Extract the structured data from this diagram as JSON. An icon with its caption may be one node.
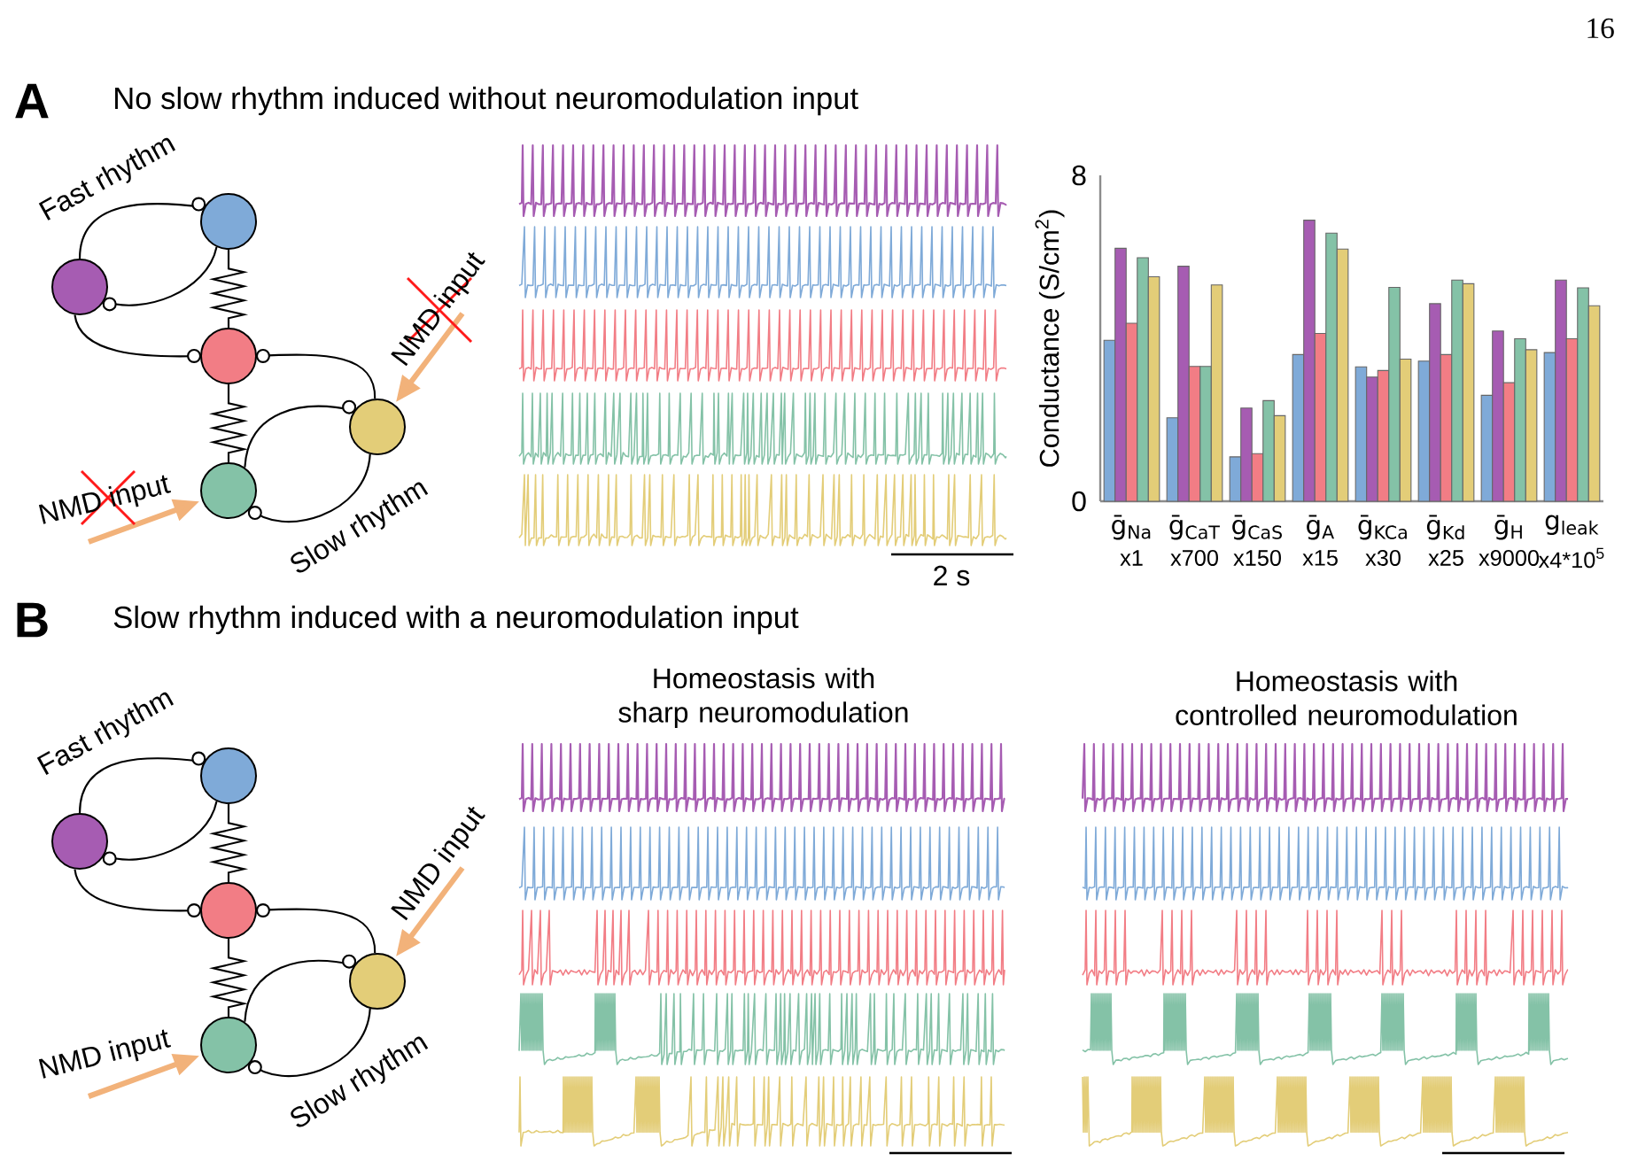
{
  "diagram": {
    "nodes": [
      {
        "text": [],
        "shape": "circle"
      },
      {
        "text": [],
        "shape": "circle"
      },
      {
        "text": [],
        "shape": "circle"
      },
      {
        "text": [],
        "shape": "circle"
      },
      {
        "text": [],
        "shape": "circle"
      },
      {
        "text": [],
        "shape": "circle"
      },
      {
        "text": [],
        "shape": "circle"
      },
      {
        "text": [],
        "shape": "circle"
      },
      {
        "text": [],
        "shape": "circle"
      },
      {
        "text": [],
        "shape": "circle"
      }
    ],
    "edges": [
      {
        "from": 1,
        "to": 0,
        "arrow": "other"
      },
      {
        "from": 0,
        "to": 1,
        "arrow": "other"
      },
      {
        "from": 1,
        "to": 2,
        "arrow": "other"
      },
      {
        "from": 0,
        "to": 2,
        "arrow": "none"
      },
      {
        "from": 3,
        "to": 2,
        "arrow": "other"
      },
      {
        "from": 2,
        "to": 4,
        "arrow": "none"
      },
      {
        "from": 4,
        "to": 3,
        "arrow": "other"
      },
      {
        "from": 3,
        "to": 4,
        "arrow": "other"
      },
      {
        "from": null,
        "to": 3,
        "arrow": "to",
        "label": "NMD input",
        "style": "thick",
        "color": "#f2b27a"
      },
      {
        "from": null,
        "to": 4,
        "arrow": "to",
        "label": "NMD input",
        "style": "thick",
        "color": "#f2b27a"
      },
      {
        "from": 6,
        "to": 5,
        "arrow": "other"
      },
      {
        "from": 5,
        "to": 6,
        "arrow": "other"
      },
      {
        "from": 6,
        "to": 7,
        "arrow": "other"
      },
      {
        "from": 5,
        "to": 7,
        "arrow": "none"
      },
      {
        "from": 8,
        "to": 7,
        "arrow": "other"
      },
      {
        "from": 7,
        "to": 9,
        "arrow": "none"
      },
      {
        "from": 9,
        "to": 8,
        "arrow": "other"
      },
      {
        "from": 8,
        "to": 9,
        "arrow": "other"
      },
      {
        "from": null,
        "to": 8,
        "arrow": "to",
        "label": "NMD input",
        "style": "thick",
        "color": "#f2b27a"
      },
      {
        "from": null,
        "to": 9,
        "arrow": "to",
        "label": "NMD input",
        "style": "thick",
        "color": "#f2b27a"
      }
    ],
    "labels": [
      "16",
      "A",
      "No slow rhythm induced without neuromodulation input",
      "Fast rhythm",
      "Slow rhythm",
      "2 s",
      "x1",
      "x700",
      "x150",
      "x15",
      "x30",
      "x25",
      "x9000",
      "x4*10$^{5}$",
      "B",
      "Slow rhythm induced with a neuromodulation input",
      "Homeostasis with sharp neuromodulation",
      "Homeostasis with controlled neuromodulation",
      "Fast rhythm",
      "Slow rhythm"
    ],
    "chart_data": {
      "type": "bar",
      "ylabel": "Conductance (S/cm$^{2}$)",
      "categories": [
        "ḡ$_{Na}$",
        "ḡ$_{CaT}$",
        "ḡ$_{CaS}$",
        "ḡ$_{A}$",
        "ḡ$_{KCa}$",
        "ḡ$_{Kd}$",
        "ḡ$_{H}$",
        "g$_{leak}$"
      ],
      "series": [
        {
          "color": "#7faad8",
          "values": [
            3.95,
            2.05,
            1.09,
            3.6,
            3.3,
            3.44,
            2.6,
            3.65
          ]
        },
        {
          "color": "#a65cb2",
          "values": [
            6.21,
            5.77,
            2.29,
            6.9,
            3.05,
            4.85,
            4.18,
            5.43
          ]
        },
        {
          "color": "#f27d85",
          "values": [
            4.37,
            3.31,
            1.17,
            4.12,
            3.21,
            3.6,
            2.91,
            3.99
          ]
        },
        {
          "color": "#84c2a7",
          "values": [
            5.98,
            3.31,
            2.47,
            6.58,
            5.25,
            5.43,
            3.99,
            5.24
          ]
        },
        {
          "color": "#e3cd78",
          "values": [
            5.51,
            5.31,
            2.1,
            6.19,
            3.49,
            5.34,
            3.72,
            4.8
          ]
        }
      ],
      "ylim": [
        0,
        8
      ],
      "yticks": [
        0,
        8
      ]
    }
  }
}
